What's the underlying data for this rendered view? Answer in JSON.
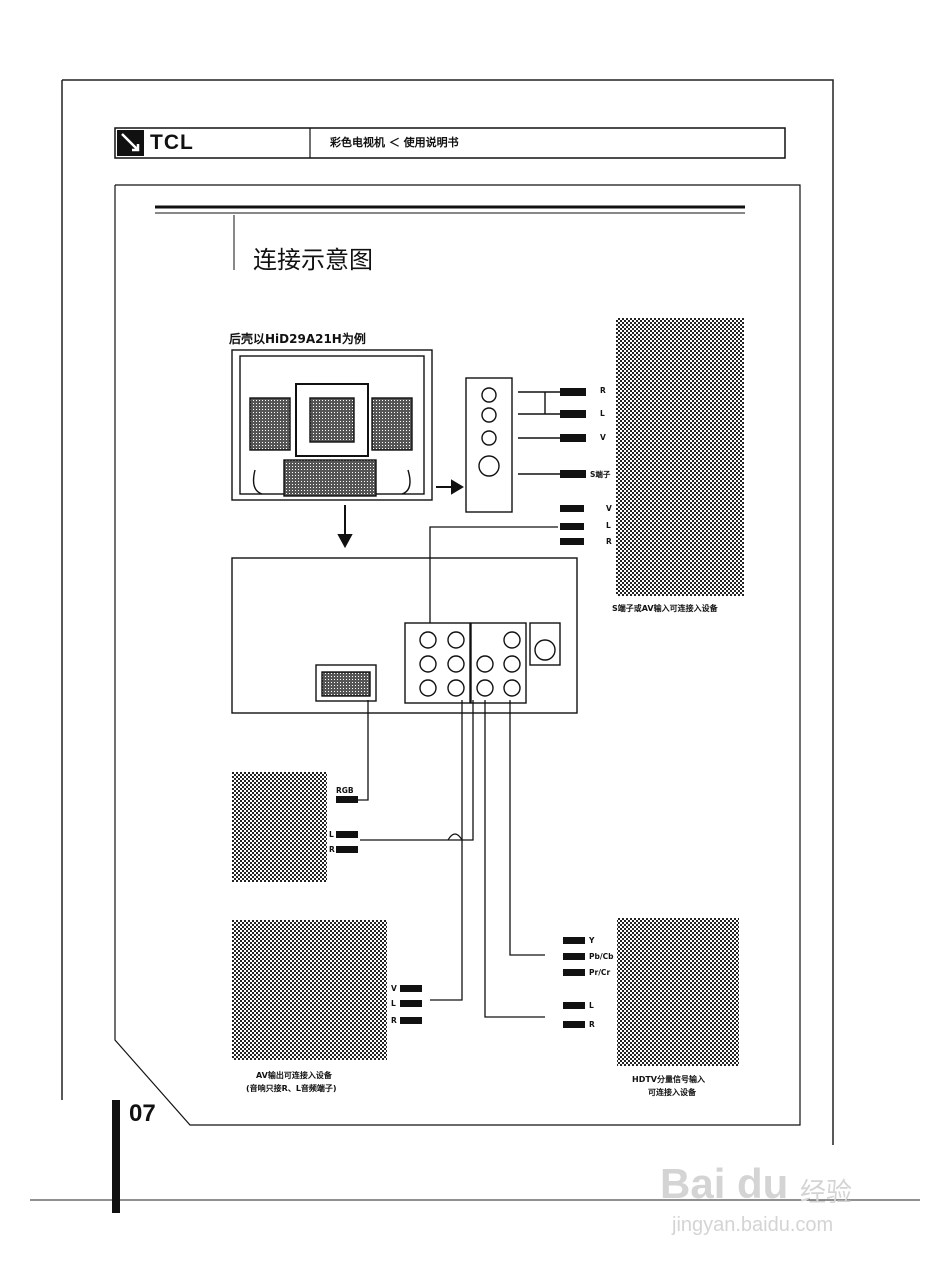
{
  "header": {
    "brand": "TCL",
    "subtitle": "彩色电视机 ＜ 使用说明书"
  },
  "page_title": "连接示意图",
  "rear_caption": "后壳以HiD29A21H为例",
  "side_panel_labels": [
    "R",
    "L",
    "V",
    "S端子"
  ],
  "av_in_labels": [
    "V",
    "L",
    "R"
  ],
  "rgb_labels": [
    "RGB",
    "L",
    "R"
  ],
  "av_out_labels": [
    "V",
    "L",
    "R"
  ],
  "hdtv_labels": [
    "Y",
    "Pb/Cb",
    "Pr/Cr",
    "L",
    "R"
  ],
  "captions": {
    "s_av_input": "S端子或AV输入可连接入设备",
    "av_output_line1": "AV输出可连接入设备",
    "av_output_line2": "(音响只接R、L音频端子)",
    "hdtv_line1": "HDTV分量信号输入",
    "hdtv_line2": "可连接入设备"
  },
  "page_number": "07",
  "watermark": {
    "logo": "Bai du",
    "cn": "经验",
    "url": "jingyan.baidu.com"
  }
}
